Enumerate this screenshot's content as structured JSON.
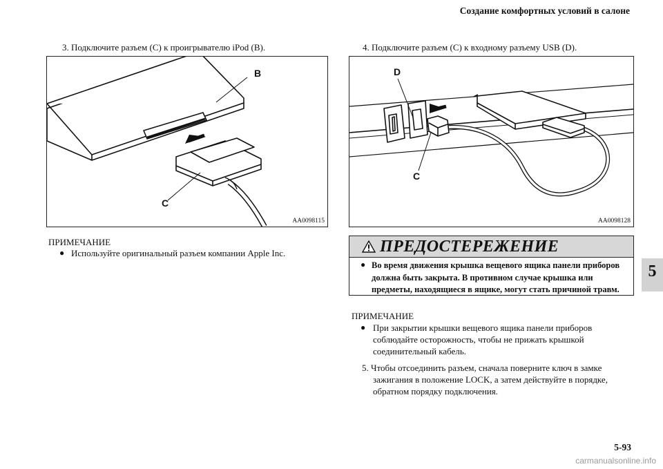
{
  "header": {
    "title": "Создание комфортных условий в салоне"
  },
  "left": {
    "step3": "3. Подключите разъем (C) к проигрывателю iPod (B).",
    "figure": {
      "label_b": "B",
      "label_c": "C",
      "code": "AA0098115"
    },
    "note_title": "ПРИМЕЧАНИЕ",
    "note_bullet": "Используйте оригинальный разъем компании Apple Inc."
  },
  "right": {
    "step4": "4. Подключите разъем (C) к входному разъему USB (D).",
    "figure": {
      "label_d": "D",
      "label_c": "C",
      "code": "AA0098128"
    },
    "warning": {
      "title": "ПРЕДОСТЕРЕЖЕНИЕ",
      "lines": [
        "Во время движения крышка вещевого ящика панели приборов",
        "должна быть закрыта. В противном случае крышка или",
        "предметы, находящиеся в ящике, могут стать причиной травм."
      ]
    },
    "note_title": "ПРИМЕЧАНИЕ",
    "note_lines": [
      "При закрытии крышки вещевого ящика панели приборов",
      "соблюдайте осторожность, чтобы не прижать крышкой",
      "соединительный кабель."
    ],
    "step5_lines": [
      "5. Чтобы отсоединить разъем, сначала поверните ключ в замке",
      "зажигания в положение LOCK, а затем действуйте в порядке,",
      "обратном порядку подключения."
    ]
  },
  "tab": {
    "number": "5"
  },
  "footer": {
    "page": "5-93",
    "watermark": "carmanualsonline.info"
  }
}
